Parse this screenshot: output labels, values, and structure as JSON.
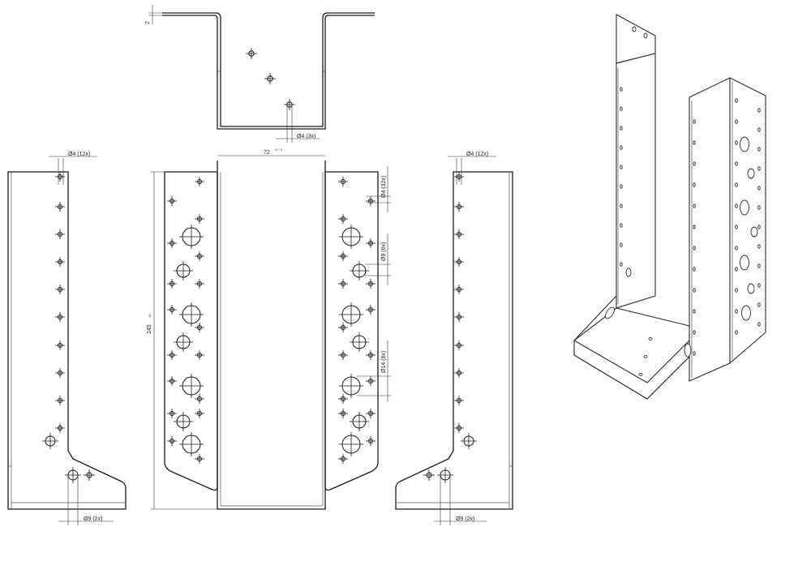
{
  "labels": {
    "thickness": "2",
    "top_holes": "Ø4 (3x)",
    "side_top_left": "Ø4 (12x)",
    "side_top_right": "Ø4 (12x)",
    "side_bottom_left": "Ø9 (2x)",
    "side_bottom_right": "Ø9 (2x)",
    "width": "72",
    "width_tol": "+2 / 0",
    "height": "245",
    "height_tol": "±3",
    "nail_holes": "Ø4 (32x)",
    "medium_holes": "Ø9 (6x)",
    "large_holes": "Ø14 (8x)"
  },
  "colors": {
    "line": "#1a1a1a",
    "background": "#ffffff"
  },
  "icons": [
    "crosshair-hole-marker"
  ]
}
